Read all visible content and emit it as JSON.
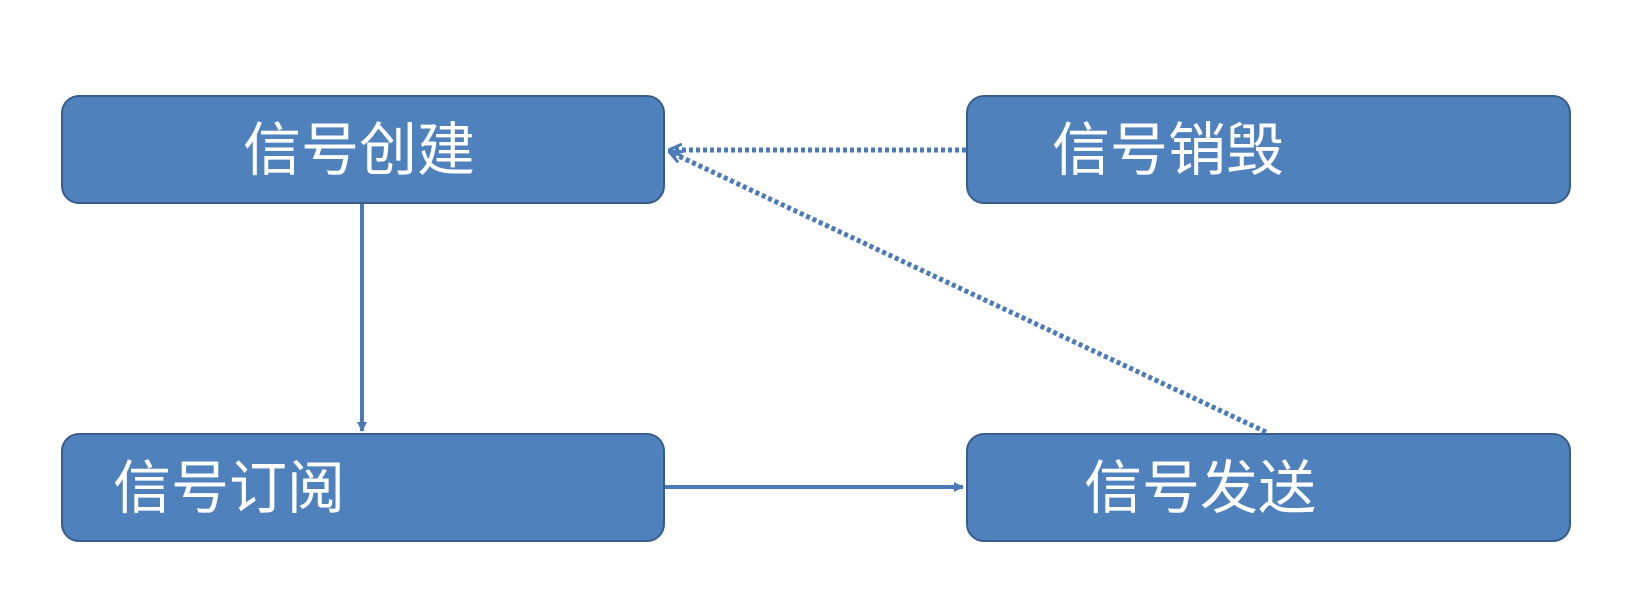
{
  "diagram": {
    "nodes": {
      "create": {
        "label": "信号创建"
      },
      "destroy": {
        "label": "信号销毁"
      },
      "subscribe": {
        "label": "信号订阅"
      },
      "send": {
        "label": "信号发送"
      }
    },
    "edges": [
      {
        "from": "create",
        "to": "subscribe",
        "style": "solid"
      },
      {
        "from": "subscribe",
        "to": "send",
        "style": "solid"
      },
      {
        "from": "send",
        "to": "create",
        "style": "dotted"
      },
      {
        "from": "destroy",
        "to": "create",
        "style": "dotted"
      }
    ],
    "colors": {
      "node_fill": "#4f81bd",
      "node_border": "#385d8a",
      "connector": "#4a7ab8",
      "text": "#ffffff"
    }
  }
}
